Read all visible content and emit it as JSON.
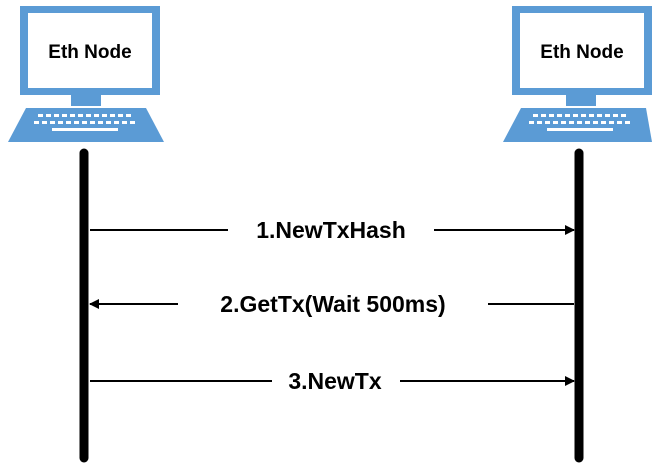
{
  "nodes": {
    "left": {
      "label": "Eth Node"
    },
    "right": {
      "label": "Eth Node"
    }
  },
  "messages": [
    {
      "label": "1.NewTxHash",
      "direction": "left-to-right"
    },
    {
      "label": "2.GetTx(Wait 500ms)",
      "direction": "right-to-left"
    },
    {
      "label": "3.NewTx",
      "direction": "left-to-right"
    }
  ],
  "colors": {
    "monitor": "#5B9BD5",
    "screen": "#FFFFFF",
    "lifeline": "#000000",
    "arrow": "#000000"
  }
}
